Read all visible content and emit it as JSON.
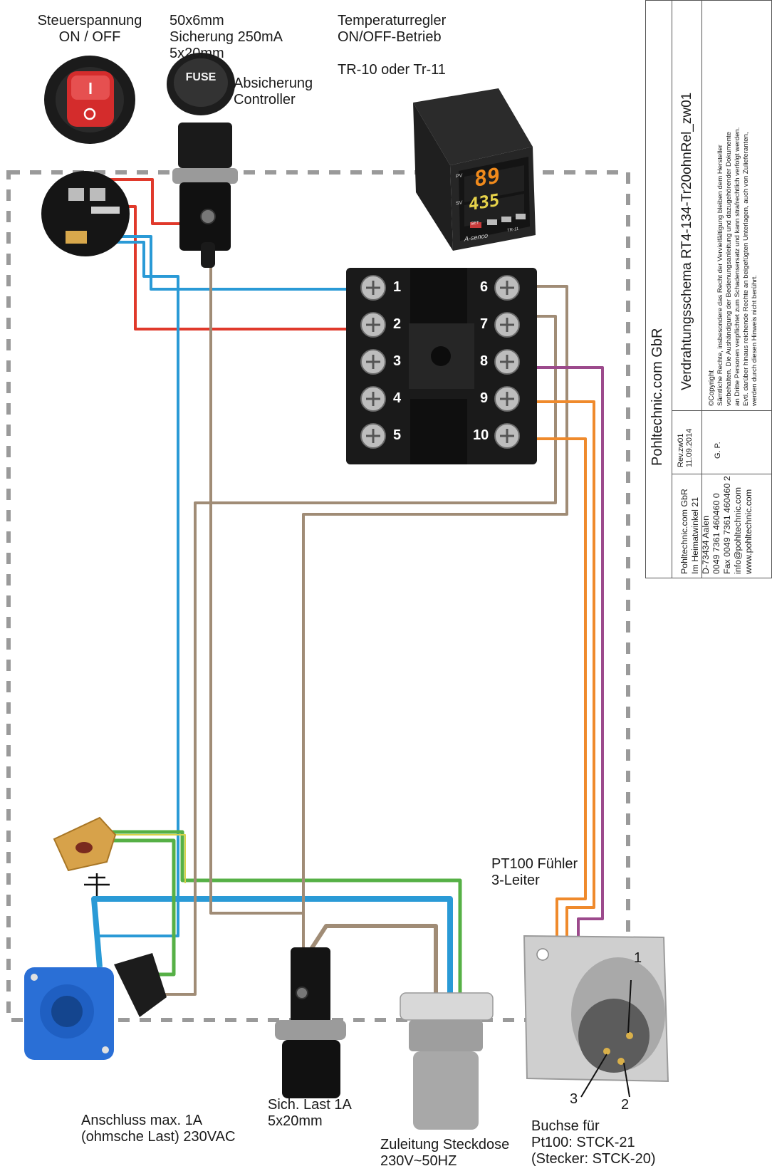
{
  "labels": {
    "switch": [
      "Steuerspannung",
      "ON / OFF"
    ],
    "fuse_top": [
      "50x6mm",
      "Sicherung 250mA",
      "5x20mm"
    ],
    "fuse_top_note": [
      "Absicherung",
      "Controller"
    ],
    "fuse_cap_text": "FUSE",
    "controller": [
      "Temperaturregler",
      "ON/OFF-Betrieb",
      "",
      "TR-10 oder Tr-11"
    ],
    "pt100": [
      "PT100 Fühler",
      "3-Leiter"
    ],
    "connector_in": [
      "Anschluss max. 1A",
      "(ohmsche Last) 230VAC"
    ],
    "fuse_load": [
      "Sich. Last 1A",
      "5x20mm"
    ],
    "supply": [
      "Zuleitung Steckdose",
      "230V~50HZ"
    ],
    "socket": [
      "Buchse für",
      "Pt100: STCK-21",
      "(Stecker: STCK-20)"
    ],
    "socket_pins": [
      "1",
      "2",
      "3"
    ],
    "ground_symbol": "⏚"
  },
  "controller_display": {
    "pv": "89",
    "sv": "435",
    "pv_label": "PV",
    "sv_label": "SV",
    "brand": "A-senco",
    "model": "TR-11",
    "set_button": "SET"
  },
  "terminals": {
    "left": [
      "1",
      "2",
      "3",
      "4",
      "5"
    ],
    "right": [
      "6",
      "7",
      "8",
      "9",
      "10"
    ]
  },
  "title_block": {
    "company": "Pohltechnic.com GbR",
    "document": "Verdrahtungsschema  RT4-134-Tr20ohnRel_zw01",
    "revision": "Rev.zw01",
    "date": "11.09.2014",
    "author": "G. P.",
    "copyright_title": "©Copyright",
    "copyright_lines": [
      "Sämtliche Rechte, insbesondere das Recht  der Vervielfältigung bleiben dem Hersteller",
      "vorbehalten. Die Aushändigung der Bedienungsanleitung und dazugehörender Dokumente",
      "an Dritte Personen verpflichtet zum Schadensersatz und kann strafrechtlich verfolgt werden.",
      "Evtl. darüber hinaus reichende Rechte an beigefügten Unterlagen, auch von Zulieferanten,",
      "werden durch diesen Hinweis nicht berührt."
    ],
    "address_lines": [
      "Pohltechnic.com GbR",
      "Im Heimatwinkel 21",
      "D-73434 Aalen",
      "0049 7361 460460 0",
      "Fax 0049 7361 460460 2",
      "info@pohltechnic.com",
      "www.pohltechnic.com"
    ]
  },
  "colors": {
    "wire_red": "#e0392b",
    "wire_blue": "#2a9ad6",
    "wire_brown": "#a08c76",
    "wire_green_yellow": "#56b046",
    "wire_orange": "#ef8a2c",
    "wire_purple": "#9c4a8c",
    "enclosure_dash": "#9a9a9a",
    "connector_blue": "#2a6fd6"
  }
}
